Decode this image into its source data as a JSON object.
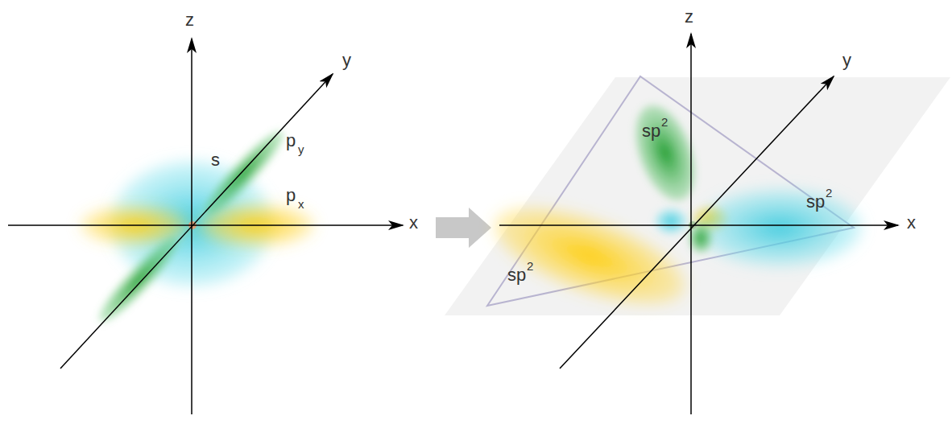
{
  "diagram": {
    "labels": [
      "z",
      "y",
      "x",
      "s",
      "p",
      "y",
      "p",
      "x",
      "z",
      "y",
      "x",
      "sp",
      "2",
      "sp",
      "2",
      "sp",
      "2"
    ]
  }
}
